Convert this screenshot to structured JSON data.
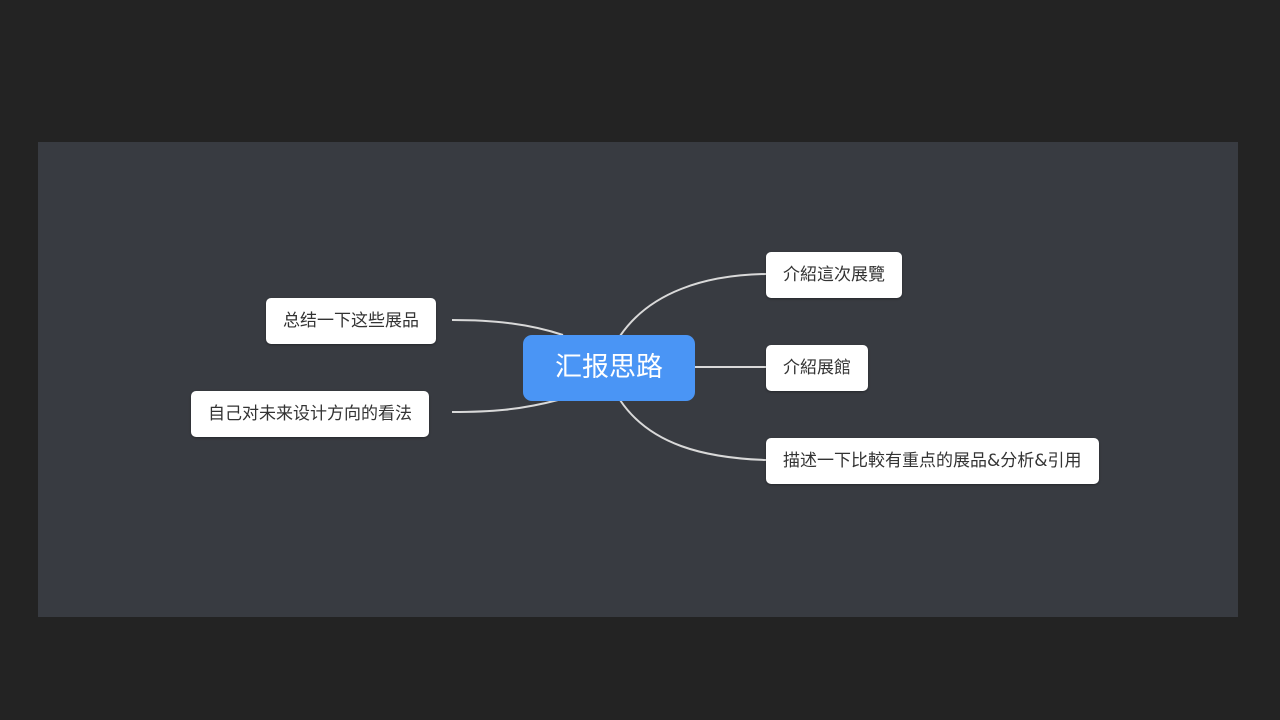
{
  "mindmap": {
    "root": "汇报思路",
    "right_branches": [
      "介紹這次展覽",
      "介紹展館",
      "描述一下比較有重点的展品&分析&引用"
    ],
    "left_branches": [
      "总结一下这些展品",
      "自己对未来设计方向的看法"
    ]
  },
  "colors": {
    "page_background": "#232323",
    "canvas_background": "#383b41",
    "root_fill": "#4a95f5",
    "node_fill": "#ffffff",
    "connector": "#d9d9d9"
  }
}
